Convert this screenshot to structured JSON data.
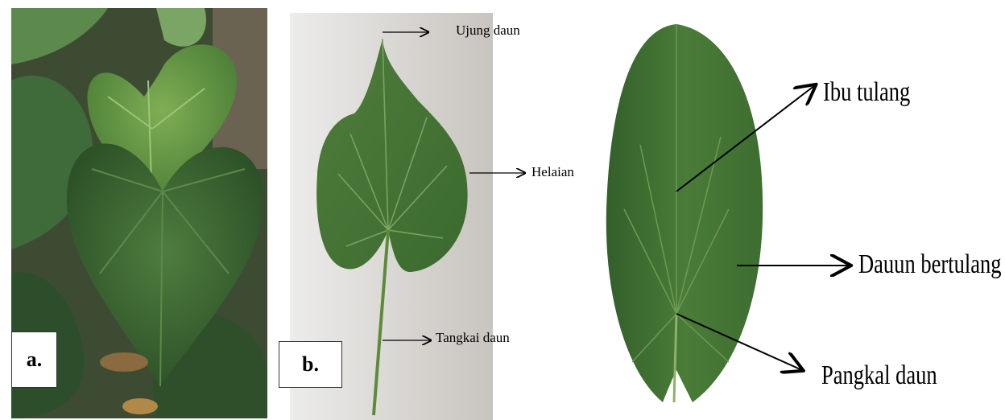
{
  "panels": {
    "a": {
      "tag": "a."
    },
    "b": {
      "tag": "b.",
      "labels": {
        "tip": "Ujung daun",
        "blade": "Helaian",
        "petiole": "Tangkai  daun"
      }
    },
    "c": {
      "labels": {
        "midrib": "Ibu tulang",
        "veins": "Dauun bertulang",
        "base": "Pangkal daun"
      }
    }
  },
  "colors": {
    "leaf_dark": "#2f5a2c",
    "leaf_mid": "#4c7a3a",
    "leaf_light": "#6f9a4c",
    "background_photo": "#3b4a30",
    "background_paper": "#d9d6d2"
  }
}
